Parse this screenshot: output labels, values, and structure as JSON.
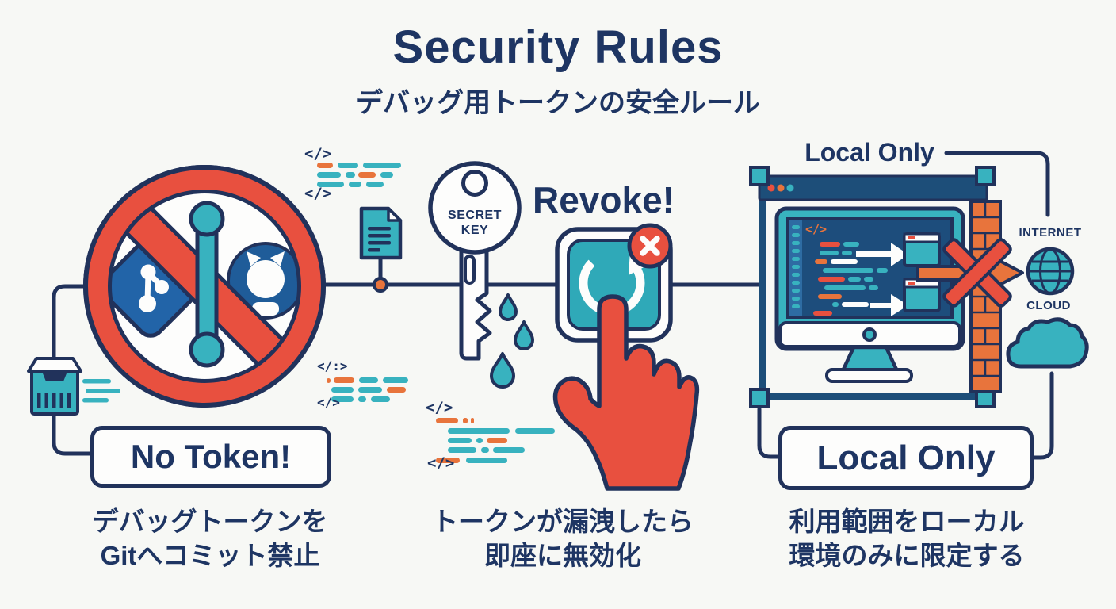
{
  "header": {
    "title": "Security Rules",
    "subtitle": "デバッグ用トークンの安全ルール"
  },
  "rules": {
    "left": {
      "badge": "No Token!",
      "caption": [
        "デバッグトークンを",
        "Gitへコミット禁止"
      ]
    },
    "middle": {
      "action_label": "Revoke!",
      "key_line1": "SECRET",
      "key_line2": "KEY",
      "caption": [
        "トークンが漏洩したら",
        "即座に無効化"
      ]
    },
    "right": {
      "frame_label": "Local Only",
      "badge": "Local Only",
      "internet_label": "INTERNET",
      "cloud_label": "CLOUD",
      "caption": [
        "利用範囲をローカル",
        "環境のみに限定する"
      ]
    }
  },
  "decorations": {
    "code_open": "</>",
    "code_colon": "</:>"
  },
  "colors": {
    "navy_text": "#1e3563",
    "outline": "#21325b",
    "red": "#e8503f",
    "teal": "#38b2bf",
    "orange": "#e8743c",
    "git_blue": "#2264a8",
    "github_blue": "#1f5c99",
    "frame_blue": "#1d4e79",
    "screen_blue": "#1d4d7c",
    "background": "#f7f8f5"
  },
  "icons": {
    "prohibition-icon": "red circle with diagonal slash",
    "git-icon": "blue diamond with branch glyph",
    "github-icon": "octocat in blue circle",
    "commit-line-icon": "teal dumbbell",
    "package-box-icon": "teal crate",
    "document-icon": "teal file with folded corner",
    "key-icon": "secret key with drops",
    "water-drop-icon": "teal teardrop",
    "revoke-button-icon": "teal square with circular arrow",
    "cancel-badge-icon": "red circle with white x",
    "hand-press-icon": "red hand pressing button",
    "browser-frame-icon": "selection frame with corner handles",
    "monitor-icon": "desktop computer with code",
    "code-window-icon": "teal app window",
    "firewall-icon": "orange brick wall",
    "blocked-arrow-icon": "orange arrow crossed by red x",
    "globe-icon": "teal globe",
    "cloud-icon": "teal cloud",
    "code-snippet-icon": "colored code dashes"
  }
}
